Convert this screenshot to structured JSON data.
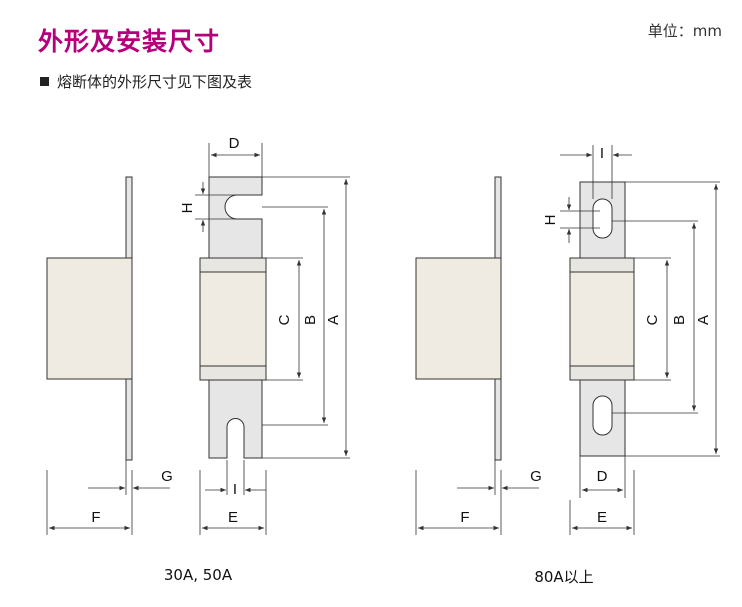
{
  "header": {
    "title": "外形及安装尺寸",
    "unit": "单位：mm",
    "subtitle": "熔断体的外形尺寸见下图及表"
  },
  "dimension_labels": {
    "A": "A",
    "B": "B",
    "C": "C",
    "D": "D",
    "E": "E",
    "F": "F",
    "G": "G",
    "H": "H",
    "I": "I"
  },
  "captions": {
    "left": "30A, 50A",
    "right": "80A以上"
  },
  "colors": {
    "title": "#b5007c",
    "body_fill": "#efebe2",
    "blade_fill": "#e6e6e6",
    "line": "#333333"
  }
}
